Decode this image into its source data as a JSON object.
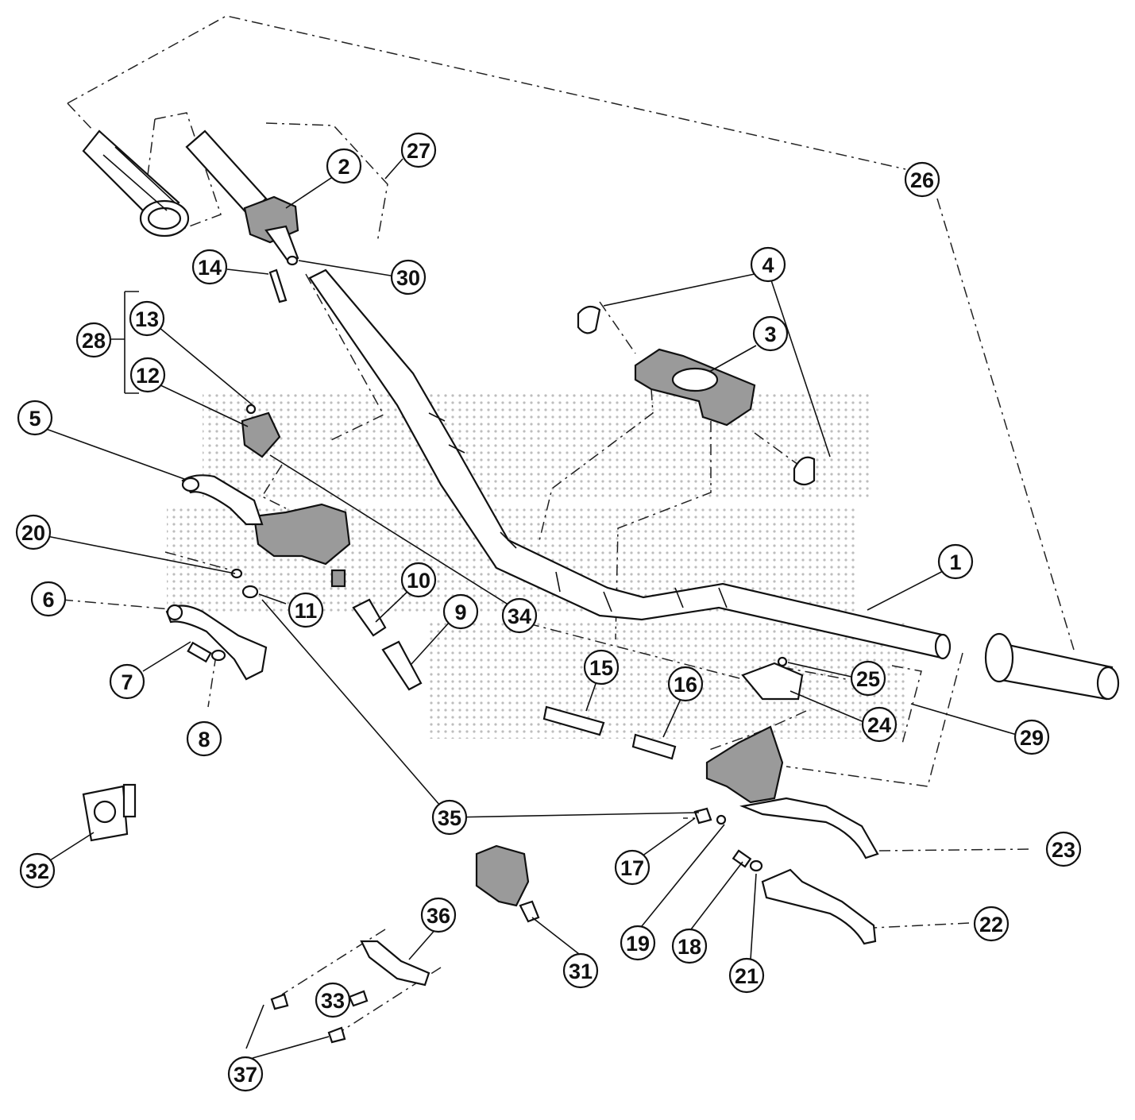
{
  "diagram": {
    "callouts": [
      {
        "id": "c1",
        "label": "1"
      },
      {
        "id": "c2",
        "label": "2"
      },
      {
        "id": "c3",
        "label": "3"
      },
      {
        "id": "c4",
        "label": "4"
      },
      {
        "id": "c5",
        "label": "5"
      },
      {
        "id": "c6",
        "label": "6"
      },
      {
        "id": "c7",
        "label": "7"
      },
      {
        "id": "c8",
        "label": "8"
      },
      {
        "id": "c9",
        "label": "9"
      },
      {
        "id": "c10",
        "label": "10"
      },
      {
        "id": "c11",
        "label": "11"
      },
      {
        "id": "c12",
        "label": "12"
      },
      {
        "id": "c13",
        "label": "13"
      },
      {
        "id": "c14",
        "label": "14"
      },
      {
        "id": "c15",
        "label": "15"
      },
      {
        "id": "c16",
        "label": "16"
      },
      {
        "id": "c17",
        "label": "17"
      },
      {
        "id": "c18",
        "label": "18"
      },
      {
        "id": "c19",
        "label": "19"
      },
      {
        "id": "c20",
        "label": "20"
      },
      {
        "id": "c21",
        "label": "21"
      },
      {
        "id": "c22",
        "label": "22"
      },
      {
        "id": "c23",
        "label": "23"
      },
      {
        "id": "c24",
        "label": "24"
      },
      {
        "id": "c25",
        "label": "25"
      },
      {
        "id": "c26",
        "label": "26"
      },
      {
        "id": "c27",
        "label": "27"
      },
      {
        "id": "c28",
        "label": "28"
      },
      {
        "id": "c29",
        "label": "29"
      },
      {
        "id": "c30",
        "label": "30"
      },
      {
        "id": "c31",
        "label": "31"
      },
      {
        "id": "c32",
        "label": "32"
      },
      {
        "id": "c33",
        "label": "33"
      },
      {
        "id": "c34",
        "label": "34"
      },
      {
        "id": "c35",
        "label": "35"
      },
      {
        "id": "c36",
        "label": "36"
      },
      {
        "id": "c37",
        "label": "37"
      }
    ],
    "colors": {
      "ink": "#111111",
      "watermark": "#c8c8c8",
      "fill": "#ffffff"
    }
  }
}
